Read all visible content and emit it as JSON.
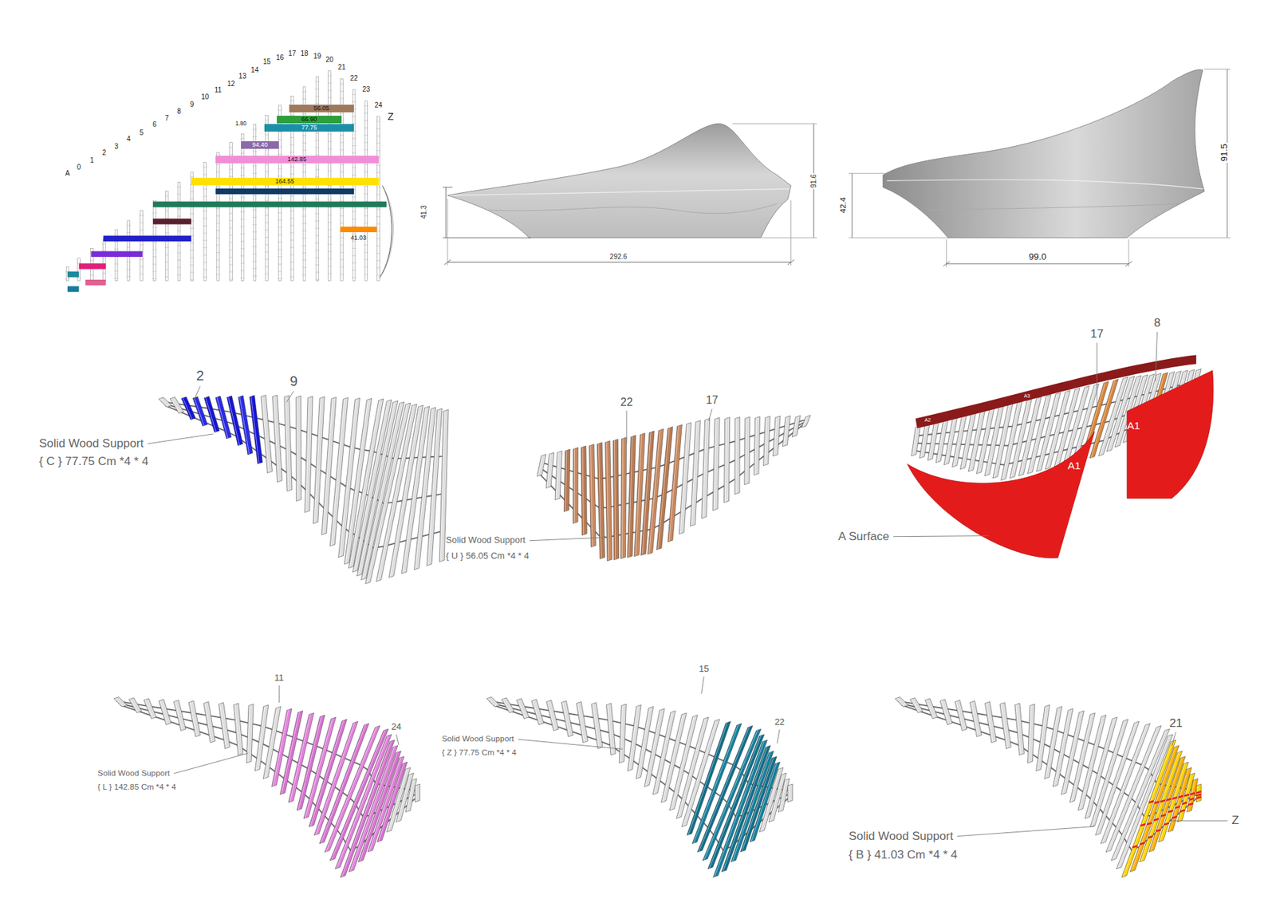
{
  "diagram": {
    "nodes": [
      {
        "text": [
          "56.05"
        ]
      },
      {
        "text": [
          "66.90"
        ]
      },
      {
        "text": [
          "77.75"
        ]
      },
      {
        "text": [
          "94.40"
        ]
      },
      {
        "text": [
          "142.85"
        ]
      },
      {
        "text": [
          "164.55"
        ]
      },
      {
        "text": [
          "41.03"
        ]
      }
    ],
    "labels": [
      "A",
      "0",
      "1",
      "2",
      "3",
      "4",
      "5",
      "6",
      "7",
      "8",
      "9",
      "10",
      "11",
      "12",
      "13",
      "14",
      "15",
      "16",
      "17",
      "18",
      "19",
      "20",
      "21",
      "22",
      "23",
      "24",
      "Z",
      "1.80",
      "41.3",
      "292.6",
      "91.6",
      "42.4",
      "99.0",
      "91.5",
      "2",
      "9",
      "Solid Wood Support",
      "{ C } 77.75 Cm *4 * 4",
      "22",
      "17",
      "Solid Wood Support",
      "{ U } 56.05 Cm *4 * 4",
      "17",
      "8",
      "A1",
      "A1",
      "A2",
      "A3",
      "A Surface",
      "11",
      "24",
      "Solid Wood Support",
      "{ L } 142.85 Cm *4 * 4",
      "15",
      "22",
      "Solid Wood Support",
      "{ Z } 77.75 Cm *4 * 4",
      "21",
      "Z",
      "Solid Wood Support",
      "{ B } 41.03 Cm *4 * 4"
    ]
  }
}
